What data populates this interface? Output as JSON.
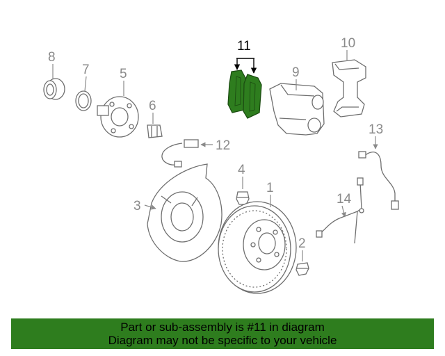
{
  "callouts": {
    "c1": "1",
    "c2": "2",
    "c3": "3",
    "c4": "4",
    "c5": "5",
    "c6": "6",
    "c7": "7",
    "c8": "8",
    "c9": "9",
    "c10": "10",
    "c11": "11",
    "c12": "12",
    "c13": "13",
    "c14": "14"
  },
  "footer": {
    "line1": "Part or sub-assembly is #11 in diagram",
    "line2": "Diagram may not be specific to your vehicle"
  },
  "colors": {
    "highlight": "#2e7d1e",
    "footer_bg": "#2e7d1e",
    "part_stroke": "#6f6f6f",
    "callout_text": "#8a8a8a"
  }
}
